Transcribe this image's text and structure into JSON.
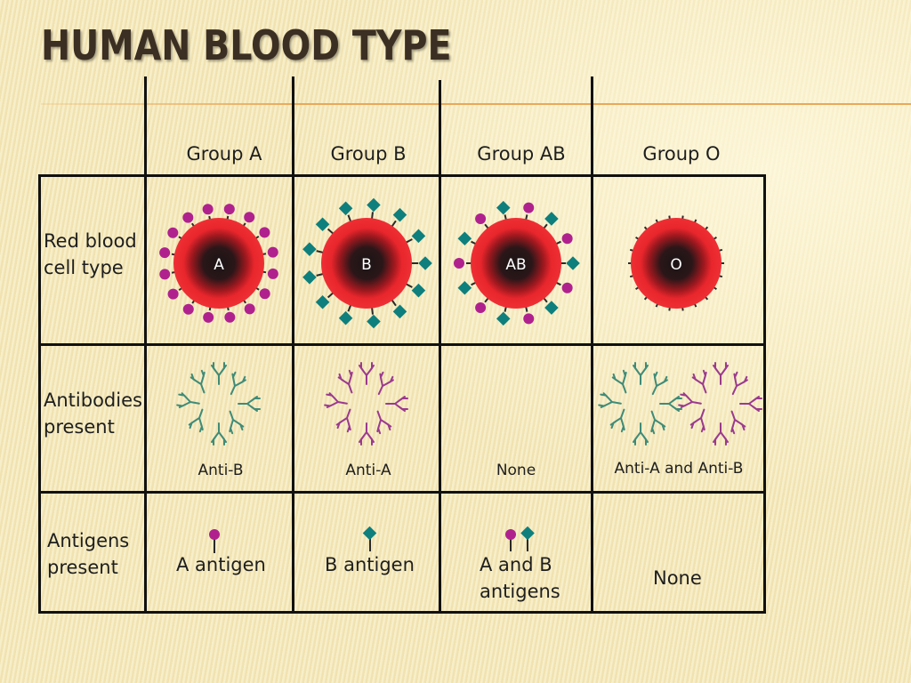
{
  "title": "HUMAN BLOOD TYPE",
  "columns": [
    "Group A",
    "Group B",
    "Group AB",
    "Group O"
  ],
  "rows": {
    "red_cell": {
      "label": "Red blood\ncell type",
      "cells": [
        "A",
        "B",
        "AB",
        "O"
      ]
    },
    "antibodies": {
      "label": "Antibodies\npresent",
      "cells": [
        "Anti-B",
        "Anti-A",
        "None",
        "Anti-A and Anti-B"
      ]
    },
    "antigens": {
      "label": "Antigens\npresent",
      "cells": [
        "A antigen",
        "B antigen",
        "A and B\nantigens",
        "None"
      ]
    }
  },
  "colors": {
    "cell_outer": "#e8262c",
    "cell_core": "#1b1416",
    "antigen_a": "#b0218e",
    "antigen_b": "#0e7f7c",
    "antibody_anti_a": "#9b3a8e",
    "antibody_anti_b": "#3f8b78",
    "grid": "#111111",
    "title": "#3b2e22",
    "title_rule": "#e8a85a"
  }
}
